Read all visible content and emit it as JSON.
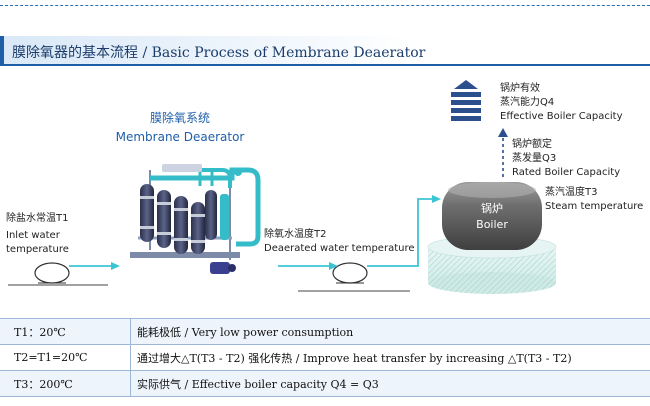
{
  "header": {
    "title": "膜除氧器的基本流程 / Basic Process of Membrane Deaerator"
  },
  "diagram": {
    "system_title_cn": "膜除氧系统",
    "system_title_en": "Membrane Deaerator",
    "inlet_cn": "除盐水常温T1",
    "inlet_en_1": "Inlet water",
    "inlet_en_2": "temperature",
    "deaerated_cn": "除氧水温度T2",
    "deaerated_en": "Deaerated water temperature",
    "boiler_cn": "锅炉",
    "boiler_en": "Boiler",
    "steam_cn": "蒸汽温度T3",
    "steam_en": "Steam temperature",
    "rated_cn_1": "锅炉额定",
    "rated_cn_2": "蒸发量Q3",
    "rated_en": "Rated Boiler Capacity",
    "effective_cn_1": "锅炉有效",
    "effective_cn_2": "蒸汽能力Q4",
    "effective_en": "Effective Boiler Capacity",
    "colors": {
      "flow": "#3cc4d4",
      "brand": "#1f5fa8",
      "boiler": "#555555"
    }
  },
  "table": {
    "rows": [
      {
        "key": "T1：20℃",
        "value": "能耗极低 / Very low power consumption"
      },
      {
        "key": "T2=T1=20℃",
        "value": "通过增大△T(T3 - T2)  强化传热 / Improve heat transfer by increasing △T(T3 - T2)"
      },
      {
        "key": "T3：200℃",
        "value": "实际供气 / Effective boiler capacity Q4 = Q3"
      }
    ]
  }
}
